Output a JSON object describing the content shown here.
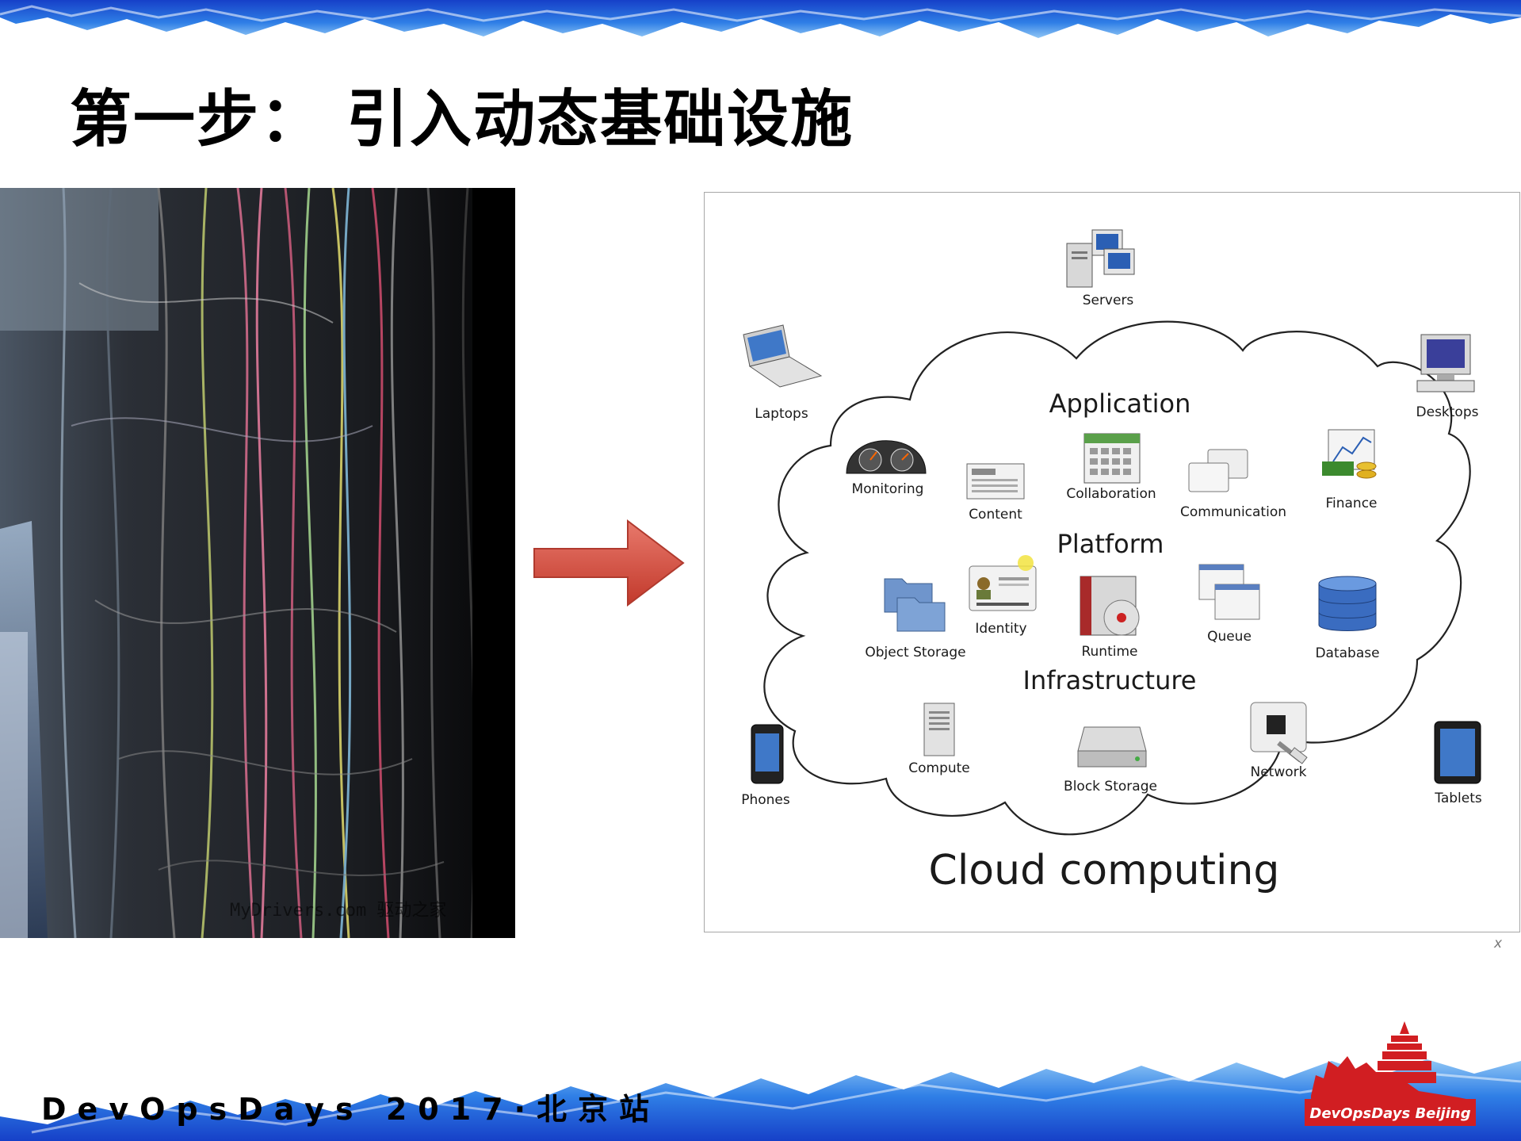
{
  "slide": {
    "title": "第一步： 引入动态基础设施",
    "footer": "DevOpsDays 2017·北京站",
    "logo_text": "DevOpsDays Beijing"
  },
  "photo": {
    "watermark": "MyDrivers.com 驱动之家"
  },
  "diagram": {
    "caption": "Cloud computing",
    "close_label": "x",
    "devices": {
      "servers": "Servers",
      "laptops": "Laptops",
      "desktops": "Desktops",
      "phones": "Phones",
      "tablets": "Tablets"
    },
    "layers": {
      "application": "Application",
      "platform": "Platform",
      "infrastructure": "Infrastructure"
    },
    "application_items": {
      "monitoring": "Monitoring",
      "content": "Content",
      "collaboration": "Collaboration",
      "communication": "Communication",
      "finance": "Finance"
    },
    "platform_items": {
      "object_storage": "Object Storage",
      "identity": "Identity",
      "runtime": "Runtime",
      "queue": "Queue",
      "database": "Database"
    },
    "infrastructure_items": {
      "compute": "Compute",
      "block_storage": "Block Storage",
      "network": "Network"
    }
  },
  "colors": {
    "banner_blue": "#1f5fd0",
    "arrow_red": "#cf4a3c",
    "logo_red": "#d11e22"
  }
}
